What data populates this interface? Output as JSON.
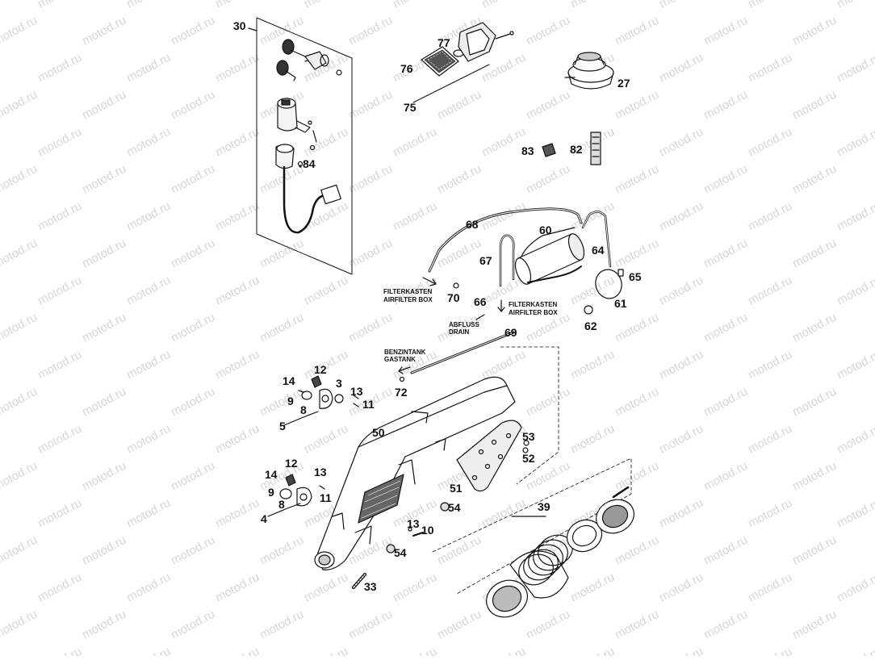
{
  "watermark": "motod.ru",
  "parts": [
    {
      "id": "p30",
      "label": "30"
    },
    {
      "id": "p77",
      "label": "77"
    },
    {
      "id": "p76",
      "label": "76"
    },
    {
      "id": "p75",
      "label": "75"
    },
    {
      "id": "p27",
      "label": "27"
    },
    {
      "id": "p83",
      "label": "83"
    },
    {
      "id": "p82",
      "label": "82"
    },
    {
      "id": "p84",
      "label": "84"
    },
    {
      "id": "p68",
      "label": "68"
    },
    {
      "id": "p60",
      "label": "60"
    },
    {
      "id": "p64",
      "label": "64"
    },
    {
      "id": "p67",
      "label": "67"
    },
    {
      "id": "p65",
      "label": "65"
    },
    {
      "id": "p70",
      "label": "70"
    },
    {
      "id": "p66",
      "label": "66"
    },
    {
      "id": "p61",
      "label": "61"
    },
    {
      "id": "p62",
      "label": "62"
    },
    {
      "id": "p69",
      "label": "69"
    },
    {
      "id": "p72",
      "label": "72"
    },
    {
      "id": "p12a",
      "label": "12"
    },
    {
      "id": "p14a",
      "label": "14"
    },
    {
      "id": "p3",
      "label": "3"
    },
    {
      "id": "p13a",
      "label": "13"
    },
    {
      "id": "p9a",
      "label": "9"
    },
    {
      "id": "p11a",
      "label": "11"
    },
    {
      "id": "p8a",
      "label": "8"
    },
    {
      "id": "p5",
      "label": "5"
    },
    {
      "id": "p50",
      "label": "50"
    },
    {
      "id": "p53",
      "label": "53"
    },
    {
      "id": "p52",
      "label": "52"
    },
    {
      "id": "p12b",
      "label": "12"
    },
    {
      "id": "p14b",
      "label": "14"
    },
    {
      "id": "p13b",
      "label": "13"
    },
    {
      "id": "p9b",
      "label": "9"
    },
    {
      "id": "p11b",
      "label": "11"
    },
    {
      "id": "p51",
      "label": "51"
    },
    {
      "id": "p8b",
      "label": "8"
    },
    {
      "id": "p54a",
      "label": "54"
    },
    {
      "id": "p4",
      "label": "4"
    },
    {
      "id": "p39",
      "label": "39"
    },
    {
      "id": "p13c",
      "label": "13"
    },
    {
      "id": "p10",
      "label": "10"
    },
    {
      "id": "p54b",
      "label": "54"
    },
    {
      "id": "p33",
      "label": "33"
    }
  ],
  "notes": {
    "filterkasten_left": [
      "FILTERKASTEN",
      "AIRFILTER BOX"
    ],
    "filterkasten_right": [
      "FILTERKASTEN",
      "AIRFILTER BOX"
    ],
    "abfluss": [
      "ABFLUSS",
      "DRAIN"
    ],
    "benzintank": [
      "BENZINTANK",
      "GASTANK"
    ]
  }
}
